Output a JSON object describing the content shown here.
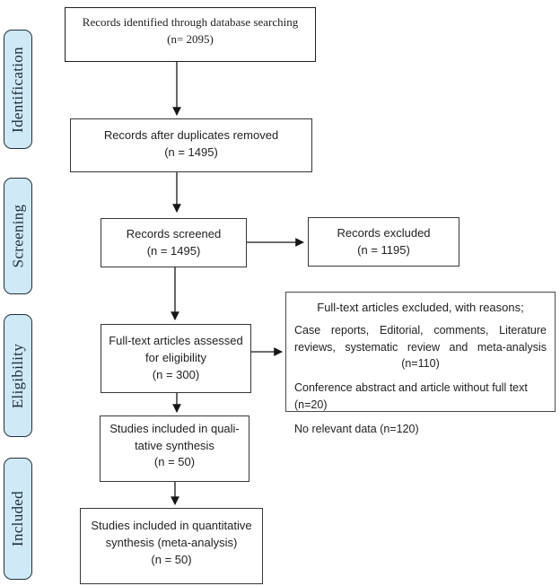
{
  "diagram_title": "PRISMA flow diagram",
  "stages": {
    "identification": "Identification",
    "screening": "Screening",
    "eligibility": "Eligibility",
    "included": "Included"
  },
  "boxes": {
    "identified": {
      "line1": "Records identified through database searching",
      "n": "(n= 2095)"
    },
    "duplicates_removed": {
      "line1": "Records after duplicates removed",
      "n": "(n = 1495)"
    },
    "screened": {
      "line1": "Records screened",
      "n": "(n = 1495)"
    },
    "excluded": {
      "line1": "Records excluded",
      "n": "(n = 1195)"
    },
    "fulltext_assessed": {
      "line1": "Full-text articles assessed",
      "line2": "for eligibility",
      "n": "(n = 300)"
    },
    "fulltext_excluded": {
      "title": "Full-text articles excluded, with reasons;",
      "reasons": [
        "Case reports, Editorial, comments, Literature reviews, systematic review and meta-analysis (n=110)",
        "Conference abstract and article without full text (n=20)",
        "No relevant data (n=120)"
      ]
    },
    "qualitative": {
      "line1": "Studies included in quali-",
      "line2": "tative synthesis",
      "n": "(n = 50)"
    },
    "quantitative": {
      "line1": "Studies included in quantitative",
      "line2": "synthesis (meta-analysis)",
      "n": "(n = 50)"
    }
  },
  "colors": {
    "stage_fill": "#cfe9f7",
    "stage_border": "#22313a",
    "box_border": "#383838",
    "arrow": "#161616",
    "background": "#ffffff"
  }
}
